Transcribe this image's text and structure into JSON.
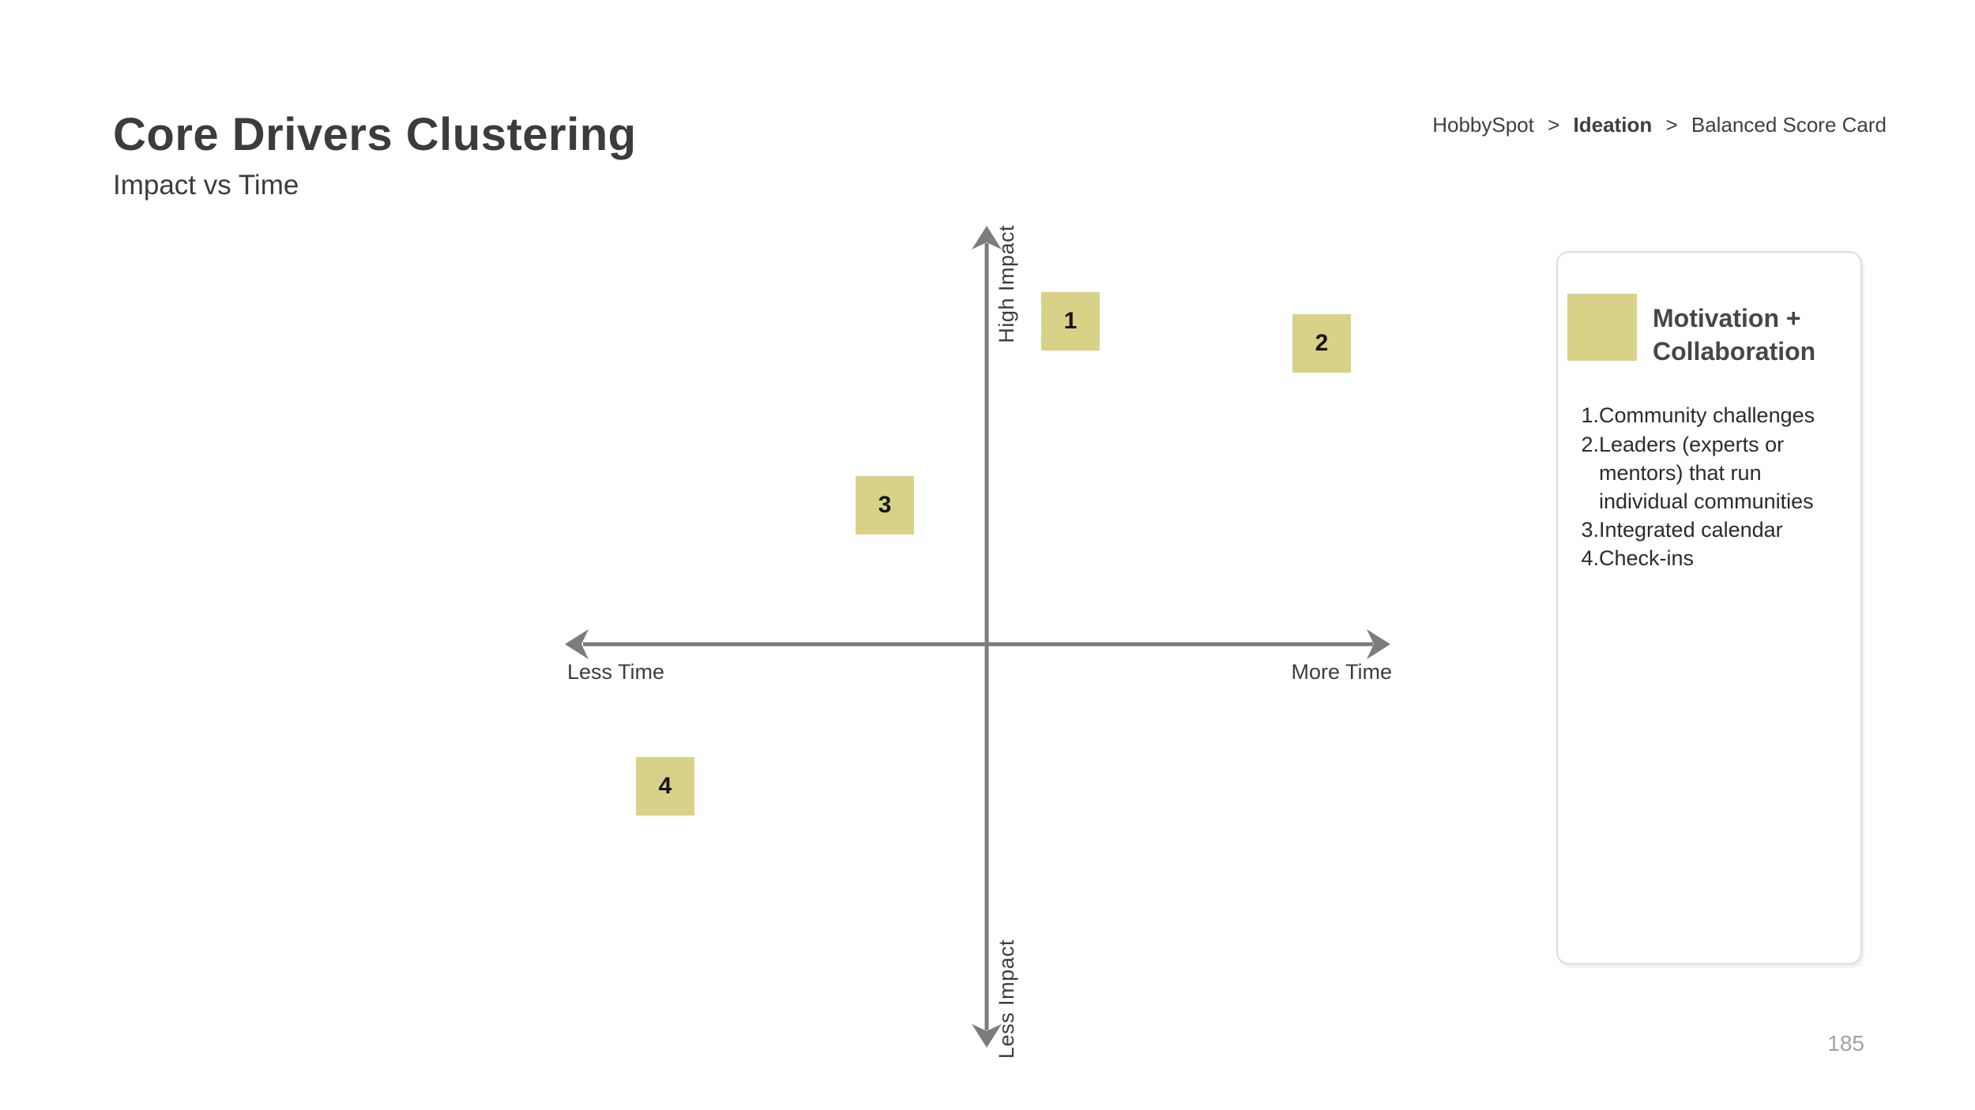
{
  "page": {
    "title": "Core Drivers Clustering",
    "subtitle": "Impact vs Time",
    "page_number": "185",
    "background_color": "#ffffff"
  },
  "breadcrumb": {
    "separator": ">",
    "items": [
      {
        "label": "HobbySpot"
      },
      {
        "label": "Ideation"
      },
      {
        "label": "Balanced Score Card"
      }
    ]
  },
  "quadrant": {
    "axis_color": "#7c7c7c",
    "label_color": "#3d3d3d",
    "labels": {
      "top": "High Impact",
      "bottom": "Less Impact",
      "left": "Less Time",
      "right": "More Time"
    },
    "note_color": "#d7d287",
    "note_text_color": "#161616",
    "notes": [
      {
        "label": "1",
        "quadrant": "high-impact / more-time (near axis)"
      },
      {
        "label": "2",
        "quadrant": "high-impact / more-time (far right)"
      },
      {
        "label": "3",
        "quadrant": "high-impact / less-time"
      },
      {
        "label": "4",
        "quadrant": "less-impact / less-time"
      }
    ]
  },
  "legend_card": {
    "swatch_color": "#d7d287",
    "title": "Motivation + Collaboration",
    "items": [
      {
        "num": "1.",
        "text": "Community challenges"
      },
      {
        "num": "2.",
        "text": "Leaders (experts or mentors) that run individual communities"
      },
      {
        "num": "3.",
        "text": "Integrated calendar"
      },
      {
        "num": "4.",
        "text": "Check-ins"
      }
    ]
  }
}
